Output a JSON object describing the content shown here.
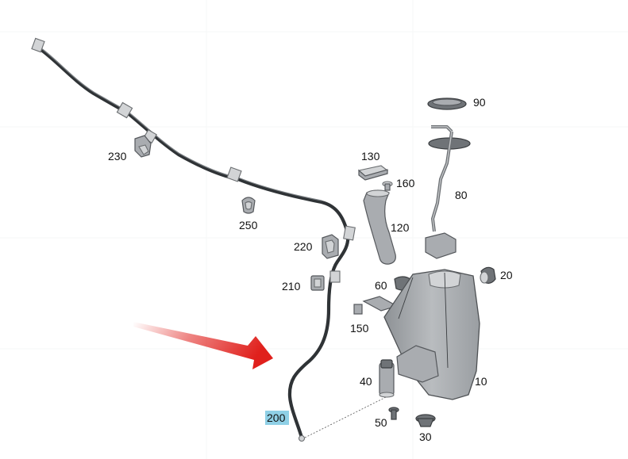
{
  "colors": {
    "arrow": "#e0201c",
    "highlight": "#8fd0e6",
    "part_body": "#a9acb0",
    "hose": "#2f3336"
  },
  "callouts": [
    {
      "id": "10",
      "label": "10"
    },
    {
      "id": "20",
      "label": "20"
    },
    {
      "id": "30",
      "label": "30"
    },
    {
      "id": "40",
      "label": "40"
    },
    {
      "id": "50",
      "label": "50"
    },
    {
      "id": "60",
      "label": "60"
    },
    {
      "id": "80",
      "label": "80"
    },
    {
      "id": "90",
      "label": "90"
    },
    {
      "id": "120",
      "label": "120"
    },
    {
      "id": "130",
      "label": "130"
    },
    {
      "id": "150",
      "label": "150"
    },
    {
      "id": "160",
      "label": "160"
    },
    {
      "id": "200",
      "label": "200",
      "highlighted": true
    },
    {
      "id": "210",
      "label": "210"
    },
    {
      "id": "220",
      "label": "220"
    },
    {
      "id": "230",
      "label": "230"
    },
    {
      "id": "250",
      "label": "250"
    }
  ]
}
